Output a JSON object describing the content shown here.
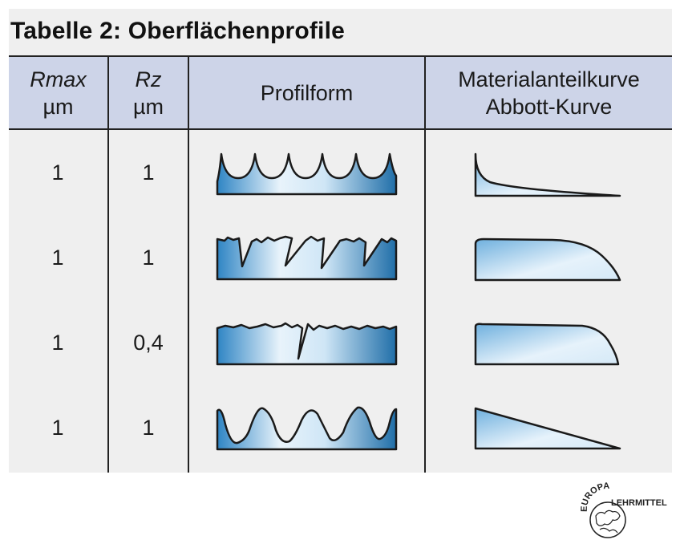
{
  "title": "Tabelle 2:  Oberflächenprofile",
  "headers": {
    "rmax_symbol": "Rmax",
    "rmax_unit": "µm",
    "rz_symbol": "Rz",
    "rz_unit": "µm",
    "profilform": "Profilform",
    "abbott_line1": "Materialanteilkurve",
    "abbott_line2": "Abbott-Kurve"
  },
  "rows": [
    {
      "rmax": "1",
      "rz": "1"
    },
    {
      "rmax": "1",
      "rz": "1"
    },
    {
      "rmax": "1",
      "rz": "0,4"
    },
    {
      "rmax": "1",
      "rz": "1"
    }
  ],
  "logo": {
    "top_text": "EUROPA",
    "side_text": "LEHRMITTEL"
  },
  "colors": {
    "header_bg": "#cdd4e8",
    "table_bg": "#efefef",
    "profile_light": "#eef6fc",
    "profile_dark": "#1f6ea8"
  }
}
